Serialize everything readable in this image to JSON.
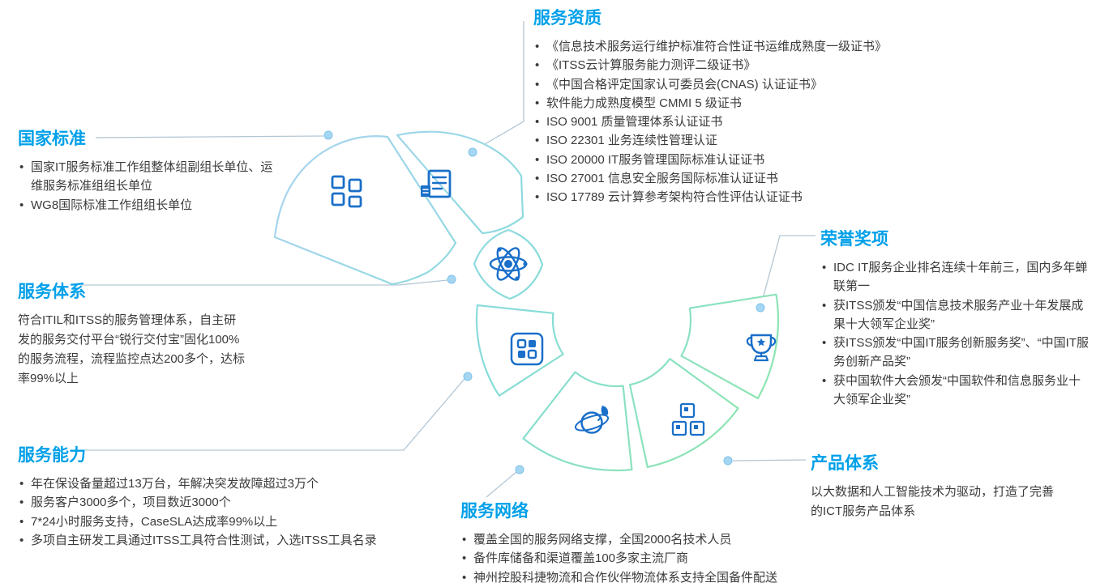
{
  "sections": {
    "national_standards": {
      "title": "国家标准",
      "items": [
        "国家IT服务标准工作组整体组副组长单位、运维服务标准组组长单位",
        "WG8国际标准工作组组长单位"
      ]
    },
    "service_qualifications": {
      "title": "服务资质",
      "items": [
        "《信息技术服务运行维护标准符合性证书运维成熟度一级证书》",
        "《ITSS云计算服务能力测评二级证书》",
        "《中国合格评定国家认可委员会(CNAS) 认证证书》",
        "软件能力成熟度模型 CMMI 5 级证书",
        "ISO 9001 质量管理体系认证证书",
        "ISO 22301 业务连续性管理认证",
        "ISO 20000 IT服务管理国际标准认证证书",
        "ISO 27001 信息安全服务国际标准认证证书",
        "ISO 17789 云计算参考架构符合性评估认证证书"
      ]
    },
    "service_system": {
      "title": "服务体系",
      "text": "符合ITIL和ITSS的服务管理体系，自主研发的服务交付平台“锐行交付宝”固化100%的服务流程，流程监控点达200多个，达标率99%以上"
    },
    "honors_awards": {
      "title": "荣誉奖项",
      "items": [
        "IDC IT服务企业排名连续十年前三，国内多年蝉联第一",
        "获ITSS颁发“中国信息技术服务产业十年发展成果十大领军企业奖”",
        "获ITSS颁发“中国IT服务创新服务奖”、“中国IT服务创新产品奖”",
        "获中国软件大会颁发“中国软件和信息服务业十大领军企业奖”"
      ]
    },
    "service_capability": {
      "title": "服务能力",
      "items": [
        "年在保设备量超过13万台，年解决突发故障超过3万个",
        "服务客户3000多个，项目数近3000个",
        "7*24小时服务支持，CaseSLA达成率99%以上",
        "多项自主研发工具通过ITSS工具符合性测试，入选ITSS工具名录"
      ]
    },
    "service_network": {
      "title": "服务网络",
      "items": [
        "覆盖全国的服务网络支撑，全国2000名技术人员",
        "备件库储备和渠道覆盖100多家主流厂商",
        "神州控股科捷物流和合作伙伴物流体系支持全国备件配送"
      ]
    },
    "product_system": {
      "title": "产品体系",
      "text": "以大数据和人工智能技术为驱动，打造了完善的ICT服务产品体系"
    }
  },
  "diagram": {
    "segment_icons": [
      "grid-icon",
      "document-icon",
      "atom-icon",
      "qr-grid-icon",
      "rocket-orbit-icon",
      "boxes-icon",
      "trophy-icon"
    ],
    "colors": {
      "heading": "#00a0e9",
      "body_text": "#3b3b3b",
      "icon_blue": "#1a6fc9",
      "ring_gradient_start": "#abd3f2",
      "ring_gradient_mid": "#86dcd9",
      "ring_gradient_end": "#8fe7a5",
      "connector_line": "#b3c6d4",
      "connector_dot": "#a5d6f2"
    }
  }
}
